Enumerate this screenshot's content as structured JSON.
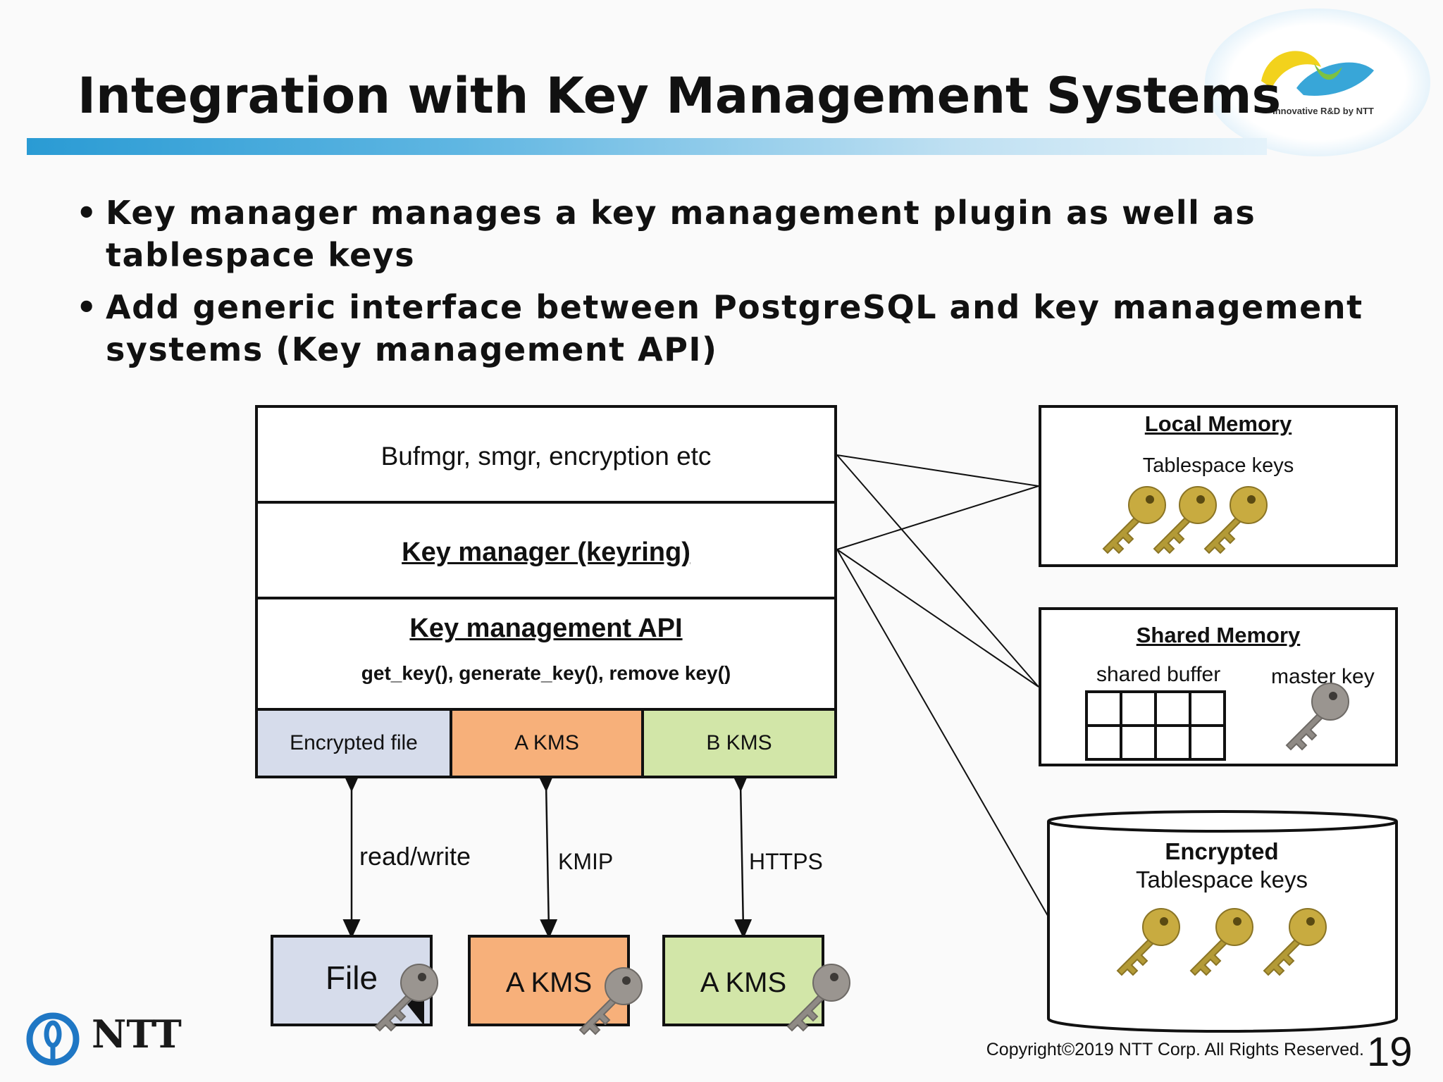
{
  "header": {
    "title": "Integration with Key Management Systems",
    "logo_caption": "Innovative R&D by NTT"
  },
  "bullets": [
    "Key manager manages a key management plugin as well as tablespace keys",
    "Add generic interface between PostgreSQL and key management systems (Key management API)"
  ],
  "stack": {
    "top": "Bufmgr, smgr, encryption etc",
    "keyring": "Key manager (keyring)",
    "api_title": "Key management API",
    "api_funcs": "get_key(), generate_key(), remove key()",
    "plugins": [
      "Encrypted file",
      "A KMS",
      "B KMS"
    ]
  },
  "connections": [
    "read/write",
    "KMIP",
    "HTTPS"
  ],
  "stores": [
    "File",
    "A KMS",
    "A KMS"
  ],
  "local_memory": {
    "title": "Local Memory",
    "subtitle": "Tablespace keys"
  },
  "shared_memory": {
    "title": "Shared Memory",
    "buffer_label": "shared buffer",
    "key_label": "master key"
  },
  "disk": {
    "title": "Encrypted",
    "subtitle": "Tablespace keys"
  },
  "footer": {
    "copyright": "Copyright©2019  NTT Corp. All Rights Reserved.",
    "page": "19",
    "company": "NTT"
  },
  "colors": {
    "encrypted_file": "#d6dceb",
    "a_kms": "#f7b07a",
    "b_kms": "#d2e6a8",
    "gold_key": "#c4a73e",
    "gray_key": "#8f8a85",
    "title_bar": "#2a9bd4"
  }
}
